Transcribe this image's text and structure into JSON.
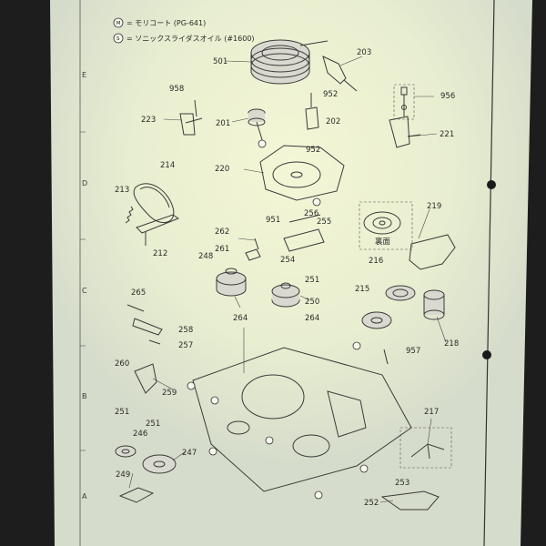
{
  "legend": [
    {
      "symbol": "M",
      "text": "= モリコート (PG-641)"
    },
    {
      "symbol": "S",
      "text": "= ソニックスライダスオイル (#1600)"
    }
  ],
  "grid_rows": [
    "E",
    "D",
    "C",
    "B",
    "A"
  ],
  "part_numbers": {
    "p501": "501",
    "p203": "203",
    "p958": "958",
    "p952a": "952",
    "p956": "956",
    "p223": "223",
    "p201": "201",
    "p202": "202",
    "p221": "221",
    "p952b": "952",
    "p214": "214",
    "p220": "220",
    "p213": "213",
    "p256": "256",
    "p219": "219",
    "p951": "951",
    "p255": "255",
    "p212": "212",
    "p262": "262",
    "p261": "261",
    "p254": "254",
    "p216": "216",
    "p248": "248",
    "p251a": "251",
    "p265": "265",
    "p215": "215",
    "p250": "250",
    "p264a": "264",
    "p264b": "264",
    "p258": "258",
    "p257": "257",
    "p218": "218",
    "p957": "957",
    "p260": "260",
    "p259": "259",
    "p251b": "251",
    "p251c": "251",
    "p246": "246",
    "p247": "247",
    "p217": "217",
    "p249": "249",
    "p253": "253",
    "p252": "252"
  },
  "inset_label": "裏面"
}
